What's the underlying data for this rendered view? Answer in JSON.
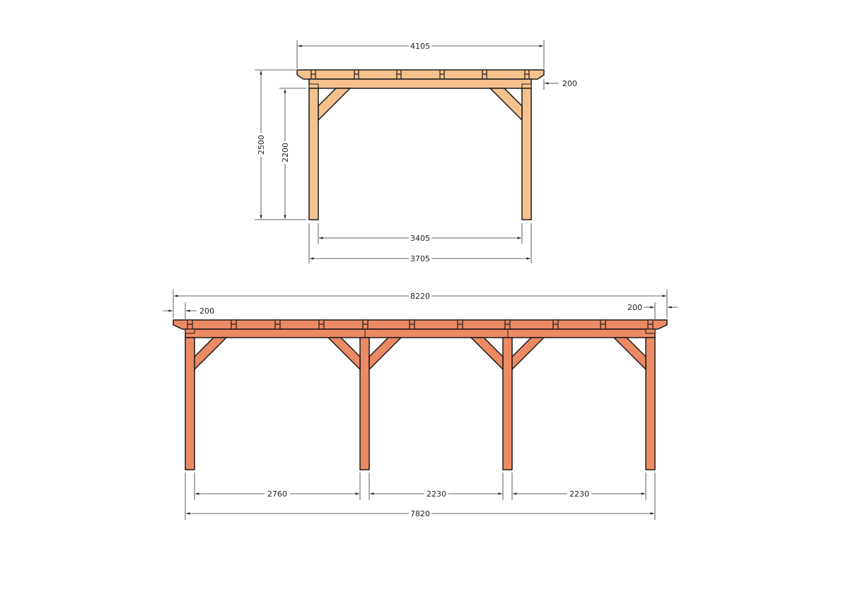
{
  "colors": {
    "front_wood": "#f5c28e",
    "front_wood_light": "#f9d2a8",
    "side_wood": "#ec8a64",
    "side_wood_light": "#f19a78",
    "outline": "#1a1a1a",
    "dim_line": "#333333"
  },
  "front_view": {
    "overall_width": "4105",
    "overhang": "200",
    "total_height": "2500",
    "post_height": "2200",
    "inner_span": "3405",
    "outer_span": "3705"
  },
  "side_view": {
    "overall_length": "8220",
    "overhang_left": "200",
    "overhang_right": "200",
    "span_1": "2760",
    "span_2": "2230",
    "span_3": "2230",
    "total_span": "7820"
  }
}
